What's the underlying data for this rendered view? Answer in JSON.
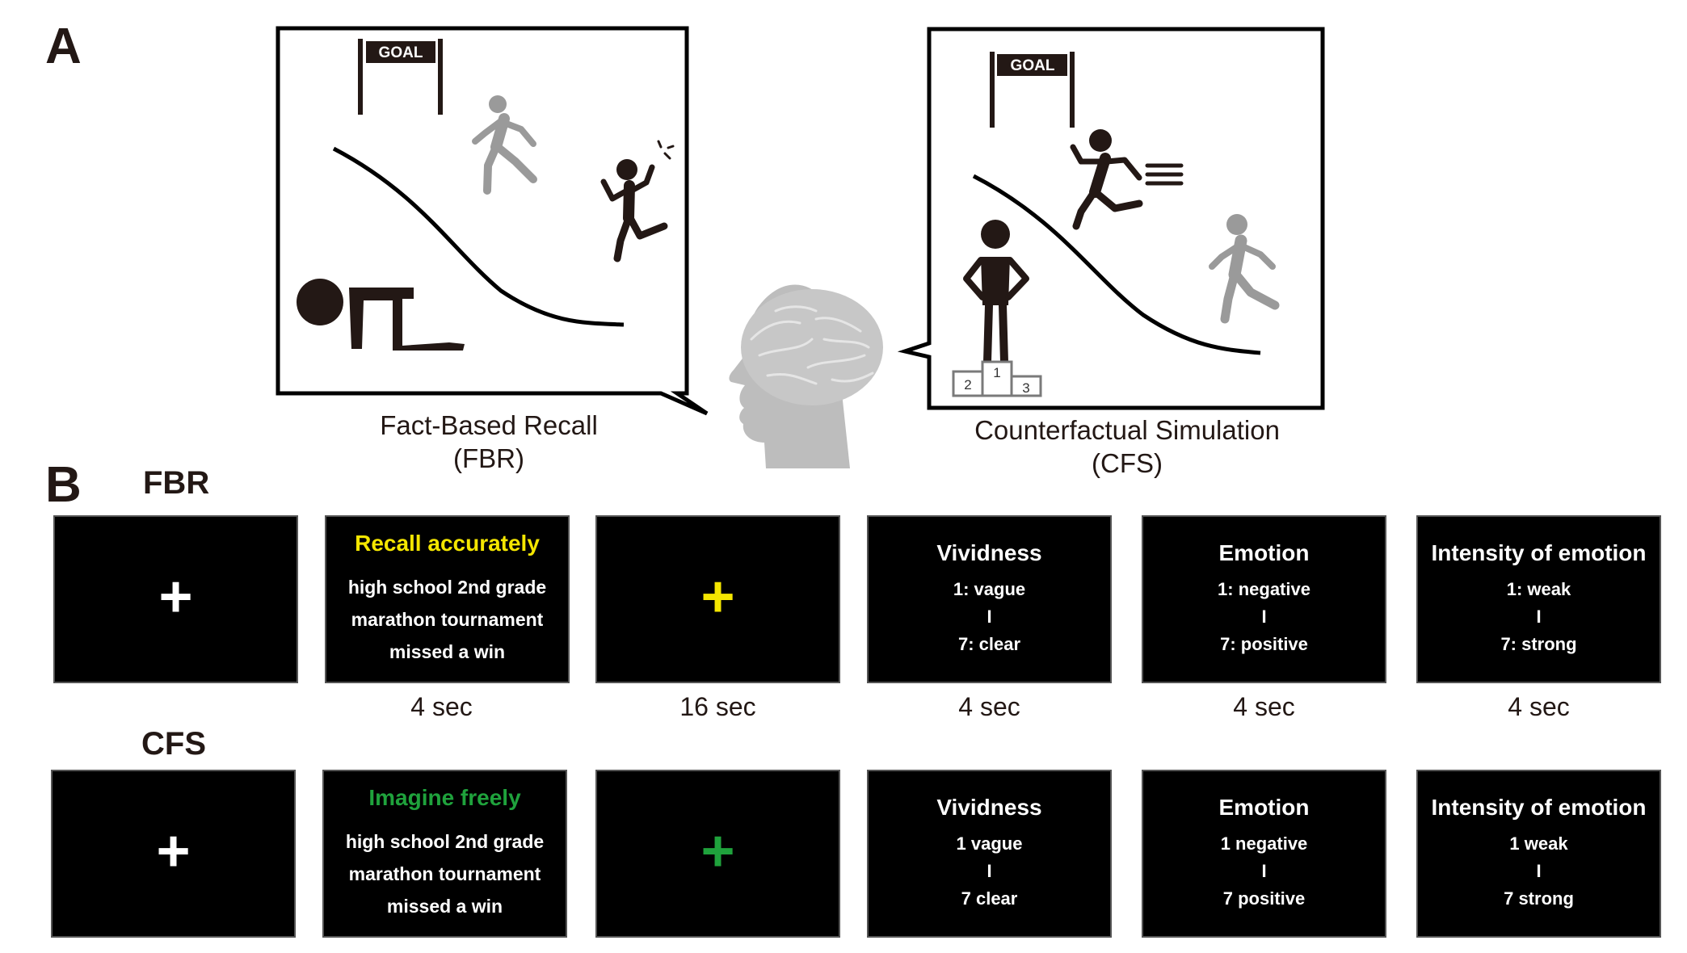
{
  "panelA": {
    "letter": "A",
    "fbr_caption": [
      "Fact-Based Recall",
      "(FBR)"
    ],
    "cfs_caption": [
      "Counterfactual Simulation",
      "(CFS)"
    ],
    "goal_label": "GOAL",
    "podium": {
      "left": "2",
      "center": "1",
      "right": "3"
    }
  },
  "panelB": {
    "letter": "B",
    "durations": [
      "4 sec",
      "16 sec",
      "4 sec",
      "4 sec",
      "4 sec"
    ],
    "fbr": {
      "label": "FBR",
      "fixation": "+",
      "instruction": "Recall accurately",
      "cue": [
        "high school 2nd grade",
        "marathon tournament",
        "missed a win"
      ],
      "task_fixation": "+",
      "vividness": {
        "title": "Vividness",
        "low": "1: vague",
        "mid": "I",
        "high": "7: clear"
      },
      "emotion": {
        "title": "Emotion",
        "low": "1: negative",
        "mid": "I",
        "high": "7: positive"
      },
      "intensity": {
        "title": "Intensity of emotion",
        "low": "1: weak",
        "mid": "I",
        "high": "7: strong"
      }
    },
    "cfs": {
      "label": "CFS",
      "fixation": "+",
      "instruction": "Imagine freely",
      "cue": [
        "high school 2nd grade",
        "marathon tournament",
        "missed a win"
      ],
      "task_fixation": "+",
      "vividness": {
        "title": "Vividness",
        "low": "1 vague",
        "mid": "I",
        "high": "7 clear"
      },
      "emotion": {
        "title": "Emotion",
        "low": "1 negative",
        "mid": "I",
        "high": "7 positive"
      },
      "intensity": {
        "title": "Intensity of emotion",
        "low": "1 weak",
        "mid": "I",
        "high": "7 strong"
      }
    }
  },
  "colors": {
    "fbr_instruction": "#f4e600",
    "cfs_instruction": "#1fa23c",
    "figure_dark": "#231815",
    "figure_gray": "#9a9a9a"
  }
}
